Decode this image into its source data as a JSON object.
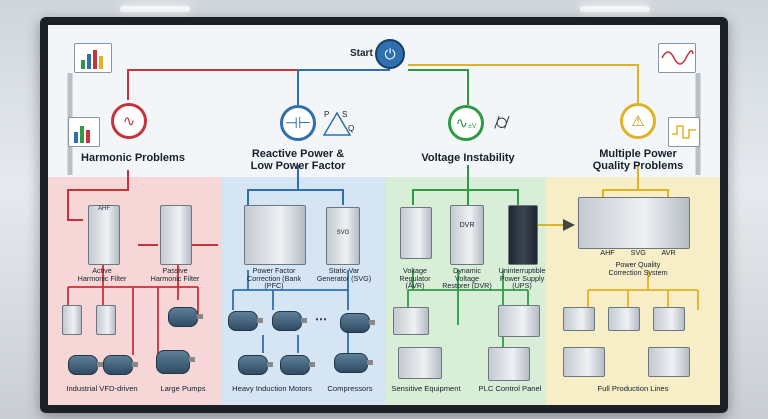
{
  "start": {
    "label": "Start",
    "icon": "power-switch-icon"
  },
  "categories": [
    {
      "title": "Harmonic Problems",
      "icon": "harmonic-thd-icon",
      "color": "#c8323a"
    },
    {
      "title_line1": "Reactive Power &",
      "title_line2": "Low Power Factor",
      "icon": "power-triangle-icon",
      "color": "#2f6fae",
      "triangle_letters": [
        "P",
        "S",
        "Q"
      ]
    },
    {
      "title": "Voltage Instability",
      "icon": "voltage-wave-icon",
      "color": "#2f9a45",
      "icon_text": "±V"
    },
    {
      "title_line1": "Multiple Power",
      "title_line2": "Quality Problems",
      "icon": "multi-quality-icon",
      "color": "#e0b225"
    }
  ],
  "equipment": {
    "active_filter": {
      "line1": "Active",
      "line2": "Harmonic Filter",
      "plate": "AHF"
    },
    "passive_filter": {
      "line1": "Passive",
      "line2": "Harmonic Filter"
    },
    "pfc": {
      "line1": "Power Factor",
      "line2": "Correction (Bank",
      "line3": "(PFC)"
    },
    "svg": {
      "line1": "Static Var",
      "line2": "Generator (SVG)",
      "plate": "SVG"
    },
    "avr": {
      "line1": "Voltage",
      "line2": "Regulator",
      "line3": "(AVR)"
    },
    "dvr": {
      "line1": "Dynamic",
      "line2": "Voltage",
      "line3": "Restorer (DVR)",
      "plate": "DVR"
    },
    "ups": {
      "line1": "Uninterruptible",
      "line2": "Power Supply",
      "line3": "(UPS)"
    },
    "pqc": {
      "tags": [
        "AHF",
        "SVG",
        "AVR"
      ],
      "line1": "Power Quality",
      "line2": "Correction System"
    }
  },
  "loads": {
    "vfd": "Industrial VFD-driven",
    "pumps": "Large Pumps",
    "motors": "Heavy Induction Motors",
    "compressors": "Compressors",
    "sensitive": "Sensitive Equipment",
    "plc": "PLC Control Panel",
    "lines": "Full Production Lines"
  },
  "ellipsis": "⋯"
}
